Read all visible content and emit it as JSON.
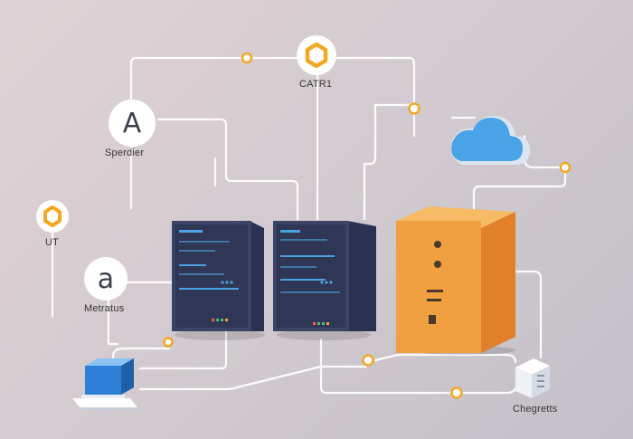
{
  "nodes": {
    "top_hex": {
      "label": "CATR1"
    },
    "circle_a": {
      "label": "Sperdier",
      "glyph": "A"
    },
    "left_hex": {
      "label": "UT"
    },
    "circle_small_a": {
      "label": "Metratus",
      "glyph": "a"
    },
    "box": {
      "label": "Chegretts"
    }
  },
  "colors": {
    "connector": "#ffffff",
    "accent_orange": "#f5a623",
    "server_dark": "#3b4466",
    "server_bar": "#4aa3e0",
    "cabinet_orange": "#f0a040",
    "cloud_blue": "#4aa3e6"
  }
}
